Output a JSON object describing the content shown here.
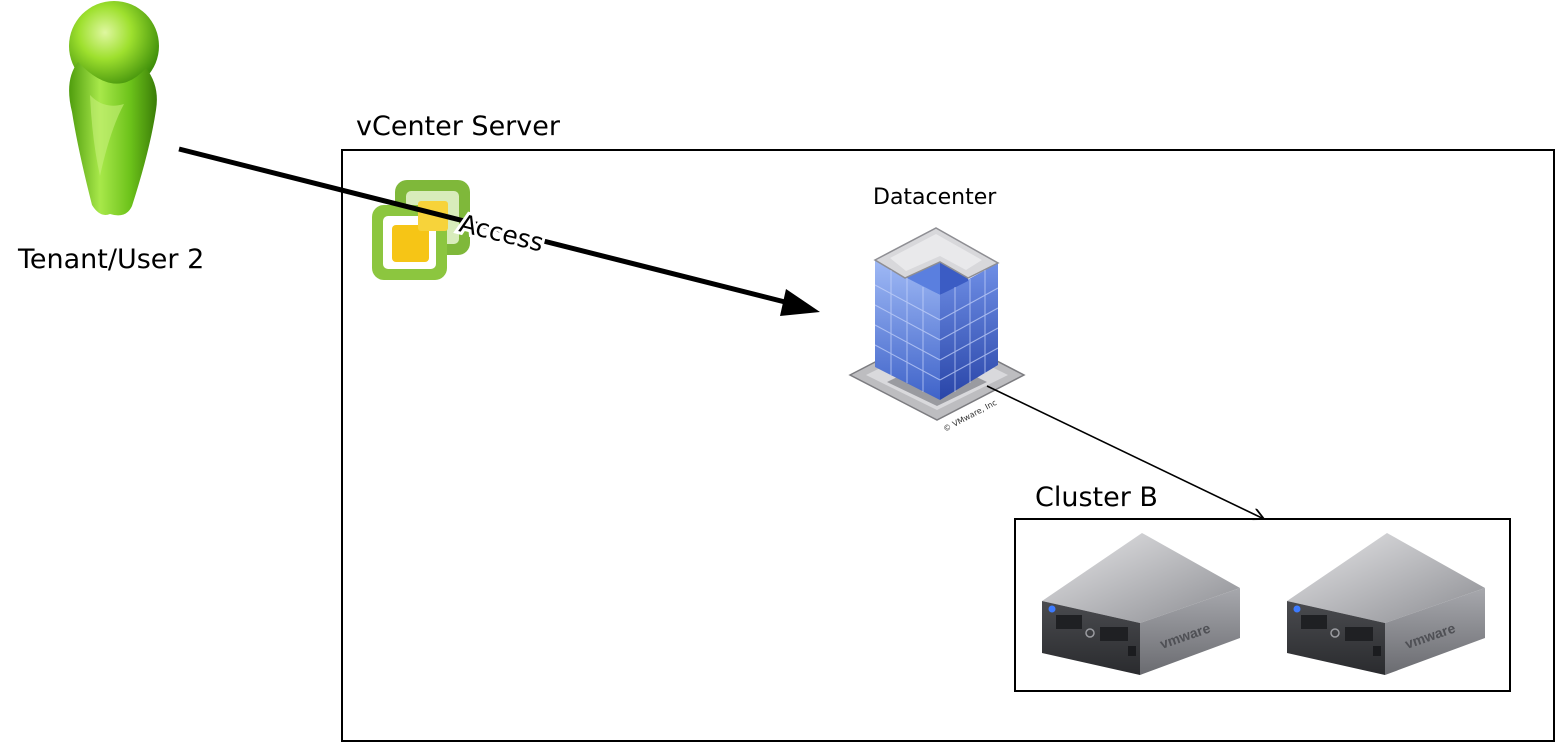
{
  "user": {
    "label": "Tenant/User 2",
    "icon": "user-person-icon",
    "color": "#8ed62a"
  },
  "vcenter": {
    "title": "vCenter Server",
    "logo_icon": "vcenter-logo-icon"
  },
  "datacenter": {
    "label": "Datacenter",
    "icon": "building-icon",
    "copyright": "© VMware, Inc"
  },
  "access_edge": {
    "label": "Access"
  },
  "cluster": {
    "title": "Cluster B",
    "hosts": [
      {
        "icon": "server-host-icon",
        "brand": "vmware"
      },
      {
        "icon": "server-host-icon",
        "brand": "vmware"
      }
    ]
  }
}
